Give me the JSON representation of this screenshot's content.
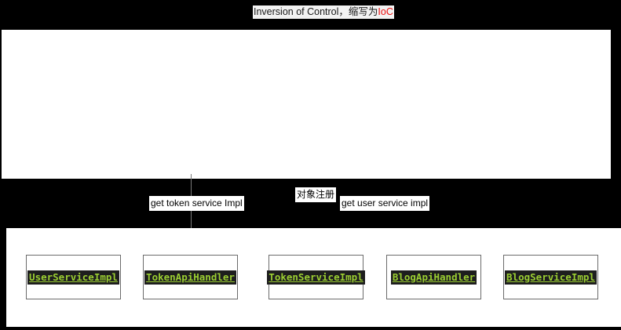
{
  "title": {
    "text_main": "Inversion of Control，缩写为",
    "text_accent": "IoC",
    "accent_color": "#ee1111"
  },
  "panels": {
    "top_name": "container-panel",
    "bottom_name": "beans-panel"
  },
  "band_labels": [
    {
      "id": "get-token-service",
      "text": "get token service Impl"
    },
    {
      "id": "object-register",
      "text": "对象注册"
    },
    {
      "id": "get-user-service",
      "text": "get user service impl"
    }
  ],
  "class_boxes": [
    {
      "id": "user-service-impl",
      "label": "UserServiceImpl"
    },
    {
      "id": "token-api-handler",
      "label": "TokenApiHandler"
    },
    {
      "id": "token-service-impl",
      "label": "TokenServiceImpl"
    },
    {
      "id": "blog-api-handler",
      "label": "BlogApiHandler"
    },
    {
      "id": "blog-service-impl",
      "label": "BlogServiceImpl"
    }
  ],
  "colors": {
    "background": "#000000",
    "panel": "#ffffff",
    "chip_background": "#1e1e1e",
    "chip_text": "#9acd32",
    "box_border": "#6b6b6b",
    "connector": "#7a7a7a"
  }
}
